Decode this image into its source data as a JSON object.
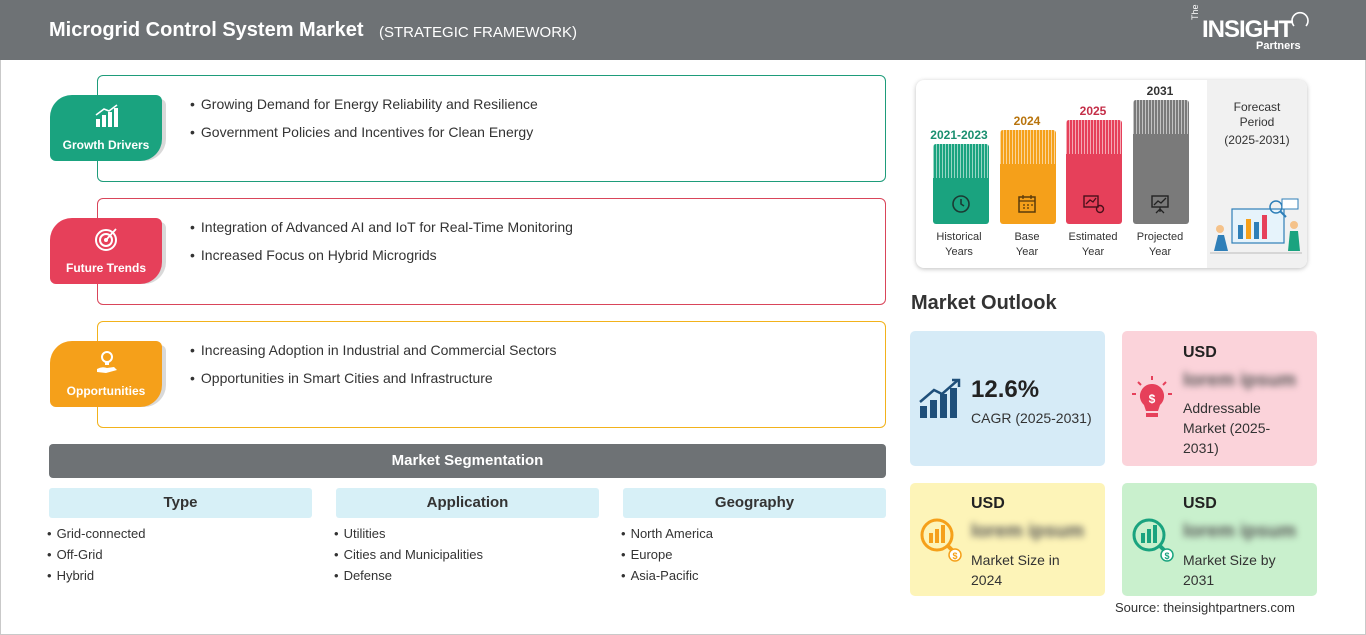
{
  "header": {
    "title": "Microgrid Control System Market",
    "subtitle": "(STRATEGIC FRAMEWORK)",
    "logo": {
      "the": "The",
      "insight": "INSIGHT",
      "partners": "Partners"
    }
  },
  "framework": [
    {
      "label": "Growth Drivers",
      "color": "#1aa37f",
      "border": "#1e9c7a",
      "icon": "growth-chart-icon",
      "items": [
        "Growing Demand for Energy Reliability and Resilience",
        "Government Policies and Incentives for Clean Energy"
      ]
    },
    {
      "label": "Future Trends",
      "color": "#e6405a",
      "border": "#d9455a",
      "icon": "target-icon",
      "items": [
        "Integration of Advanced AI and IoT for Real-Time Monitoring",
        "Increased Focus on Hybrid Microgrids"
      ]
    },
    {
      "label": "Opportunities",
      "color": "#f5a01a",
      "border": "#f2b21b",
      "icon": "lightbulb-hand-icon",
      "items": [
        "Increasing Adoption in Industrial and Commercial Sectors",
        "Opportunities in Smart Cities and Infrastructure"
      ]
    }
  ],
  "segmentation": {
    "title": "Market Segmentation",
    "columns": [
      {
        "heading": "Type",
        "items": [
          "Grid-connected",
          "Off-Grid",
          "Hybrid"
        ]
      },
      {
        "heading": "Application",
        "items": [
          "Utilities",
          "Cities and Municipalities",
          "Defense"
        ]
      },
      {
        "heading": "Geography",
        "items": [
          "North America",
          "Europe",
          "Asia-Pacific"
        ]
      }
    ]
  },
  "timeline": {
    "columns": [
      {
        "year": "2021-2023",
        "label1": "Historical",
        "label2": "Years",
        "color": "#1aa37f",
        "year_color": "#1a8f6f",
        "icon": "history-clock-icon"
      },
      {
        "year": "2024",
        "label1": "Base",
        "label2": "Year",
        "color": "#f5a01a",
        "year_color": "#b8740d",
        "icon": "calendar-icon"
      },
      {
        "year": "2025",
        "label1": "Estimated",
        "label2": "Year",
        "color": "#e6405a",
        "year_color": "#c42e48",
        "icon": "chart-gear-icon"
      },
      {
        "year": "2031",
        "label1": "Projected",
        "label2": "Year",
        "color": "#7a7a7a",
        "year_color": "#333333",
        "icon": "presentation-icon"
      }
    ],
    "forecast_label": "Forecast",
    "forecast_label2": "Period",
    "forecast_range": "(2025-2031)"
  },
  "outlook": {
    "title": "Market Outlook",
    "cagr": {
      "value": "12.6%",
      "label": "CAGR (2025-2031)",
      "bg": "#d6ebf7"
    },
    "addressable": {
      "currency": "USD",
      "value": "lorem ipsum",
      "line1": "Addressable",
      "line2": "Market (2025-",
      "line3": "2031)",
      "bg": "#fbd3da"
    },
    "size2024": {
      "currency": "USD",
      "value": "lorem ipsum",
      "line1": "Market Size in",
      "line2": "2024",
      "bg": "#fdf4b8"
    },
    "size2031": {
      "currency": "USD",
      "value": "lorem ipsum",
      "line1": "Market Size by",
      "line2": "2031",
      "bg": "#c9f0cd"
    }
  },
  "source": "Source: theinsightpartners.com"
}
